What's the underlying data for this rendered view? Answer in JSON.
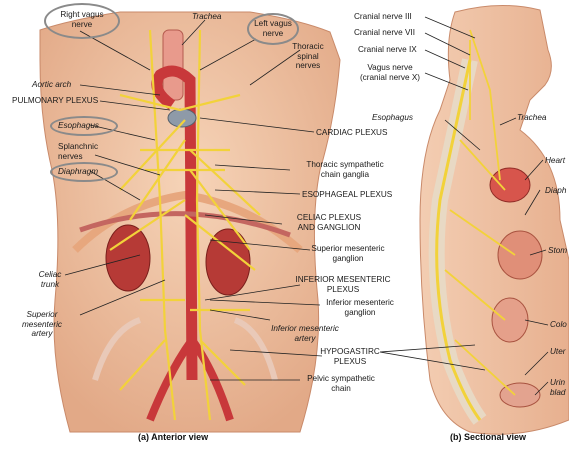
{
  "anterior": {
    "caption": "(a) Anterior view",
    "labels": {
      "right_vagus": [
        "Right vagus",
        "nerve"
      ],
      "trachea": "Trachea",
      "left_vagus": [
        "Left vagus",
        "nerve"
      ],
      "thoracic_spinal": [
        "Thoracic",
        "spinal",
        "nerves"
      ],
      "aortic_arch": "Aortic arch",
      "pulmonary_plexus": "PULMONARY PLEXUS",
      "esophagus": "Esophagus",
      "splanchnic": [
        "Splanchnic",
        "nerves"
      ],
      "diaphragm": "Diaphragm",
      "cardiac_plexus": "CARDIAC PLEXUS",
      "thoracic_sympathetic": [
        "Thoracic sympathetic",
        "chain ganglia"
      ],
      "esophageal_plexus": "ESOPHAGEAL PLEXUS",
      "celiac_plexus": [
        "CELIAC PLEXUS",
        "AND GANGLION"
      ],
      "superior_mesenteric_ganglion": [
        "Superior mesenteric",
        "ganglion"
      ],
      "inferior_mesenteric_plexus": [
        "INFERIOR MESENTERIC",
        "PLEXUS"
      ],
      "inferior_mesenteric_ganglion": [
        "Inferior mesenteric",
        "ganglion"
      ],
      "celiac_trunk": [
        "Celiac",
        "trunk"
      ],
      "superior_mesenteric_artery": [
        "Superior",
        "mesenteric",
        "artery"
      ],
      "inferior_mesenteric_artery": [
        "Inferior mesenteric",
        "artery"
      ],
      "hypogastric_plexus": [
        "HYPOGASTIRC",
        "PLEXUS"
      ],
      "pelvic_sympathetic_chain": [
        "Pelvic sympathetic",
        "chain"
      ]
    }
  },
  "sectional": {
    "caption": "(b) Sectional view",
    "labels": {
      "cn3": "Cranial nerve III",
      "cn7": "Cranial nerve VII",
      "cn9": "Cranial nerve IX",
      "vagus": [
        "Vagus nerve",
        "(cranial nerve X)"
      ],
      "esophagus": "Esophagus",
      "trachea": "Trachea",
      "heart": "Heart",
      "diaph": "Diaph",
      "stom": "Stom",
      "colo": "Colo",
      "uter": "Uter",
      "urin": [
        "Urin",
        "blad"
      ]
    }
  },
  "colors": {
    "skin": "#eec0a0",
    "nerve": "#f2d23a",
    "vessel": "#c8383a",
    "organ": "#d7554c",
    "oval": "#8a8a8a"
  }
}
